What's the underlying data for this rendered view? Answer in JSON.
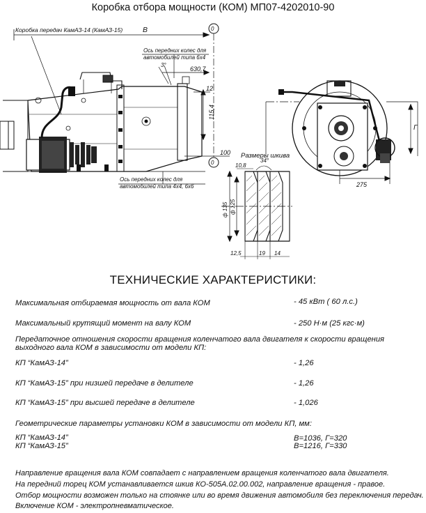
{
  "title": "Коробка отбора мощности (КОМ) МП07-4202010-90",
  "drawing": {
    "label_gearbox": "Коробка передач КамАЗ-14 (КамАЗ-15)",
    "dim_B": "В",
    "axis_marker": "0",
    "label_axis_6x4_line1": "Ось передних колес для",
    "label_axis_6x4_line2": "автомобилей типа 6х4",
    "label_axis_4x4_line1": "Ось передних колес для",
    "label_axis_4x4_line2": "автомобилей типа 4х4, 6х6",
    "angle_3": "3°",
    "dim_630_7": "630,7",
    "dim_12": "12",
    "dim_115_4": "115,4",
    "dim_100": "100",
    "dim_G": "Г",
    "dim_275": "275",
    "pulley_title": "Размеры шкива",
    "pulley_10_8": "10,8",
    "pulley_angle_34": "34°",
    "pulley_d135": "ф 135",
    "pulley_d125": "ф 125",
    "pulley_12_5": "12,5",
    "pulley_19": "19",
    "pulley_14": "14"
  },
  "specs": {
    "heading": "ТЕХНИЧЕСКИЕ ХАРАКТЕРИСТИКИ:",
    "power_label": "Максимальная отбираемая мощность от вала КОМ",
    "power_value": "-  45 кВт ( 60 л.с.)",
    "torque_label": "Максимальный крутящий момент на валу КОМ",
    "torque_value": "- 250 Н·м (25 кгс·м)",
    "ratio_intro_line1": "Передаточное отношения скорости вращения коленчатого вала двигателя к скорости вращения",
    "ratio_intro_line2": "выходного вала КОМ в зависимости от модели КП:",
    "ratios": [
      {
        "label": "КП “КамАЗ-14”",
        "value": "- 1,26"
      },
      {
        "label": "КП “КамАЗ-15” при низшей передаче в делителе",
        "value": "- 1,26"
      },
      {
        "label": "КП “КамАЗ-15” при  высшей передаче в делителе",
        "value": "- 1,026"
      }
    ],
    "geometry_intro": "Геометрические параметры установки КОМ в зависимости от модели КП, мм:",
    "geometry": [
      {
        "label": "КП “КамАЗ-14”",
        "value": "В=1036,  Г=320"
      },
      {
        "label": "КП “КамАЗ-15”",
        "value": "В=1216,  Г=330"
      }
    ],
    "notes": [
      "Направление вращения вала  КОМ  совпадает с направлением вращения коленчатого вала двигателя.",
      "На передний торец  КОМ  устанавливается шкив КО-505А.02.00.002, направление вращения - правое.",
      "Отбор мощности возможен только на стоянке или во время движения автомобиля без переключения передач.",
      "Включение КОМ - электропневматическое."
    ]
  }
}
